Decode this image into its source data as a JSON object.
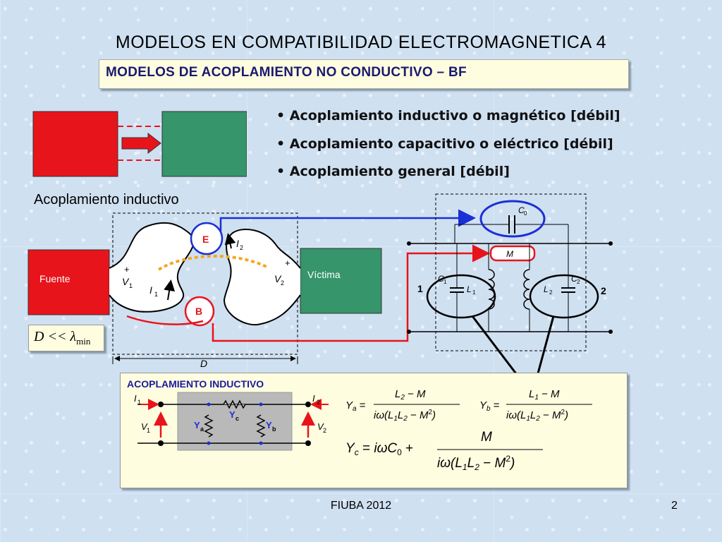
{
  "title": "MODELOS EN COMPATIBILIDAD ELECTROMAGNETICA  4",
  "subtitle": "MODELOS DE ACOPLAMIENTO NO CONDUCTIVO – BF",
  "bullets": [
    "• Acoplamiento inductivo o magnético  [débil]",
    "• Acoplamiento capacitivo o eléctrico  [débil]",
    "• Acoplamiento general  [débil]"
  ],
  "section_label": "Acoplamiento inductivo",
  "condition": {
    "lhs": "D << λ",
    "sub": "min"
  },
  "circuit": {
    "source": "Fuente",
    "victim": "Víctima",
    "e_label": "E",
    "b_label": "B",
    "plus": "+",
    "v1": "V",
    "v1_sub": "1",
    "v2": "V",
    "v2_sub": "2",
    "i1": "I",
    "i1_sub": "1",
    "i2": "I",
    "i2_sub": "2",
    "d": "D"
  },
  "coupling": {
    "c0": "C",
    "c0_sub": "0",
    "m": "M",
    "c1": "C",
    "c1_sub": "1",
    "c2": "C",
    "c2_sub": "2",
    "l1": "L",
    "l1_sub": "1",
    "l2": "L",
    "l2_sub": "2",
    "port1": "1",
    "port2": "2"
  },
  "model": {
    "title": "ACOPLAMIENTO INDUCTIVO",
    "ya": "Y",
    "ya_sub": "a",
    "yb": "Y",
    "yb_sub": "b",
    "yc": "Y",
    "yc_sub": "c",
    "i1": "I",
    "i1_sub": "1",
    "i2": "I",
    "i2_sub": "2",
    "v1": "V",
    "v1_sub": "1",
    "v2": "V",
    "v2_sub": "2"
  },
  "footer": {
    "center": "FIUBA 2012",
    "page": "2"
  },
  "colors": {
    "red": "#e8141b",
    "green": "#36956a",
    "blue": "#1b2fd6",
    "orange": "#f5a623",
    "panel": "#fffde0"
  }
}
